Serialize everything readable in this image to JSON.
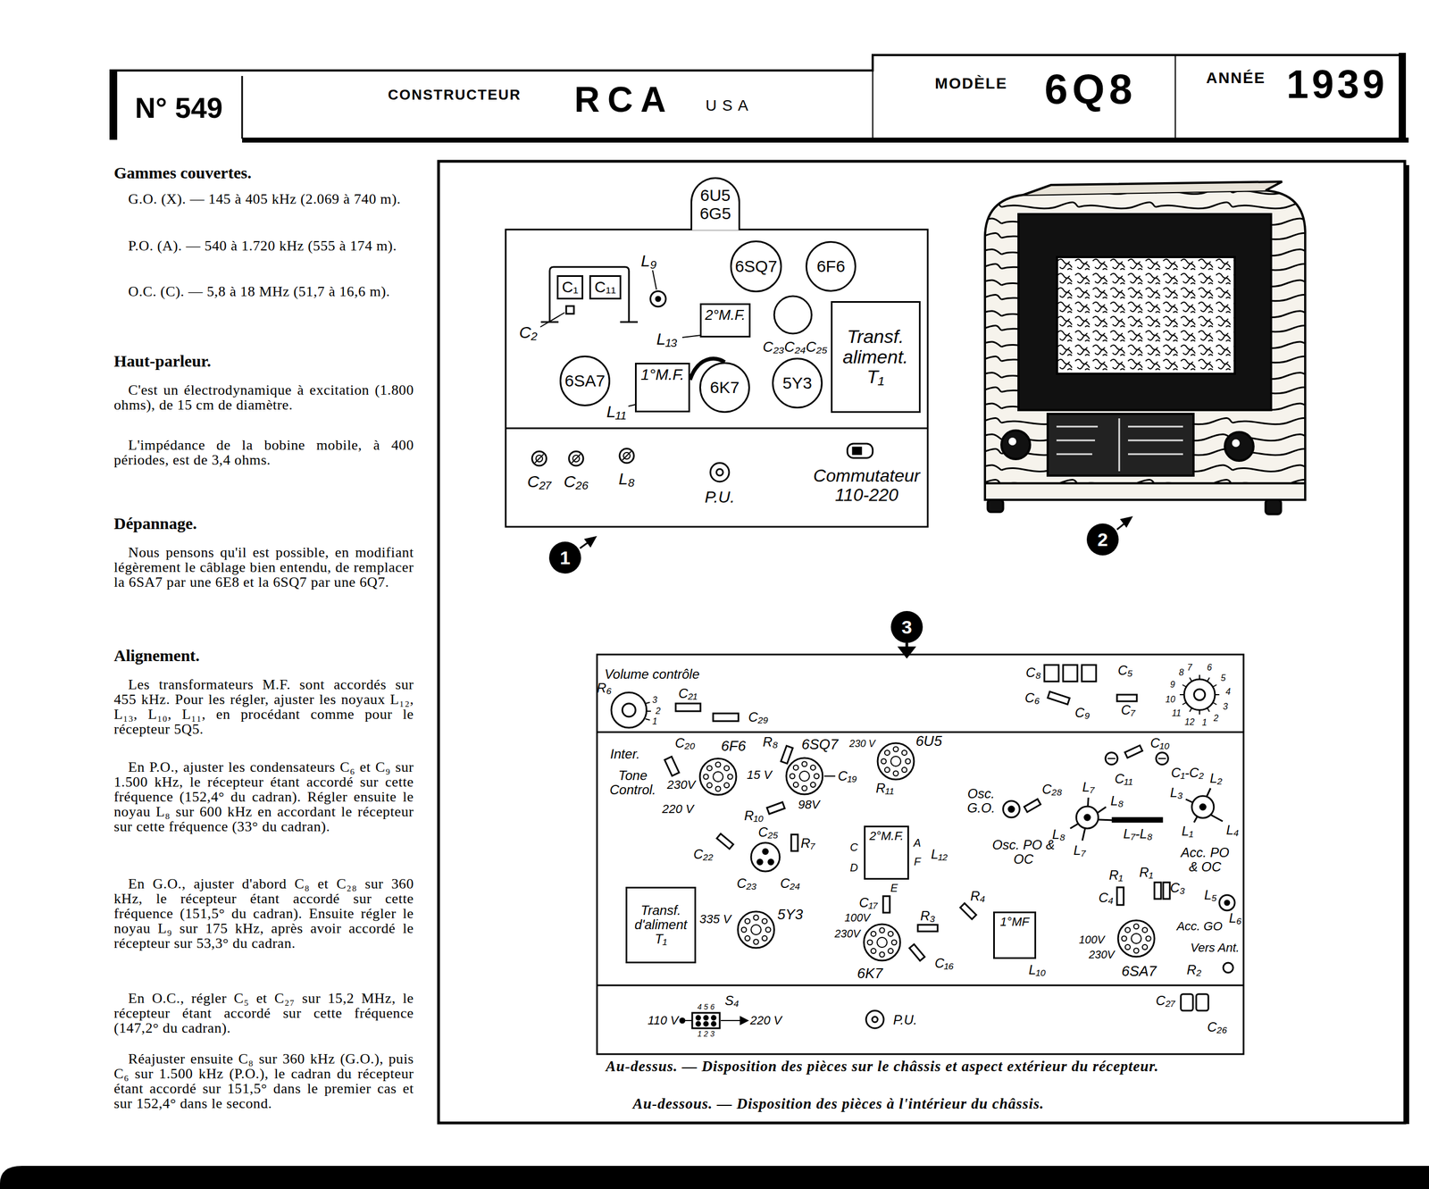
{
  "diagram": {
    "caption": "Au-dessus. — Disposition des pièces sur le châssis et aspect extérieur du récepteur.",
    "nodes": [
      {
        "text": [
          "6U5 6G5"
        ]
      },
      {
        "text": [
          "C₁"
        ]
      },
      {
        "text": [
          "C₁₁"
        ]
      },
      {
        "text": [
          "6SQ7"
        ]
      },
      {
        "text": [
          "6F6"
        ]
      },
      {
        "text": [
          "2°M.F."
        ]
      },
      {
        "text": [
          "Transf. aliment. T₁"
        ]
      },
      {
        "text": [
          "6SA7"
        ]
      },
      {
        "text": [
          "1°M.F."
        ]
      },
      {
        "text": [
          "6K7"
        ]
      },
      {
        "text": [
          "5Y3"
        ]
      },
      {
        "text": [
          "2°M.F."
        ]
      },
      {
        "text": [
          "Transf. d'aliment T₁"
        ]
      },
      {
        "text": [
          "1°MF"
        ]
      }
    ],
    "labels": [
      "N° 549",
      "CONSTRUCTEUR",
      "RCA",
      "USA",
      "MODÈLE",
      "6Q8",
      "ANNÉE",
      "1939",
      "Gammes couvertes.",
      "G.O. (X). — 145 à 405 kHz (2.069 à 740 m).",
      "P.O. (A). — 540 à 1.720 kHz (555 à 174 m).",
      "O.C. (C). — 5,8 à 18 MHz (51,7 à 16,6 m).",
      "Haut-parleur.",
      "C'est un électrodynamique à excitation (1.800 ohms), de 15 cm de diamètre.",
      "L'impédance de la bobine mobile, à 400 périodes, est de 3,4 ohms.",
      "Dépannage.",
      "Nous pensons qu'il est possible, en modifiant légèrement le câblage bien entendu, de remplacer la 6SA7 par une 6E8 et la 6SQ7 par une 6Q7.",
      "Alignement.",
      "Les transformateurs M.F. sont accordés sur 455 kHz. Pour les régler, ajuster les noyaux L₁₂, L₁₃, L₁₀, L₁₁, en procédant comme pour le récepteur 5Q5.",
      "En P.O., ajuster les condensateurs C₆ et C₉ sur 1.500 kHz, le récepteur étant accordé sur cette fréquence (152,4° du cadran). Régler ensuite le noyau L₈ sur 600 kHz en accordant le récepteur sur cette fréquence (33° du cadran).",
      "En G.O., ajuster d'abord C₈ et C₂₈ sur 360 kHz, le récepteur étant accordé sur cette fréquence (151,5° du cadran). Ensuite régler le noyau L₉ sur 175 kHz, après avoir accordé le récepteur sur 53,3° du cadran.",
      "En O.C., régler C₅ et C₂₇ sur 15,2 MHz, le récepteur étant accordé sur cette fréquence (147,2° du cadran).",
      "Réajuster ensuite C₈ sur 360 kHz (G.O.), puis C₆ sur 1.500 kHz (P.O.), le cadran du récepteur étant accordé sur 151,5° dans le premier cas et sur 152,4° dans le second.",
      "L₉",
      "C₂",
      "L₁₃",
      "C₂₃C₂₄C₂₅",
      "L₁₁",
      "C₂₇",
      "C₂₆",
      "L₈",
      "P.U.",
      "Commutateur 110-220",
      "1",
      "2",
      "3",
      "Volume contrôle",
      "R₆",
      "3",
      "2",
      "1",
      "C₂₁",
      "C₂₉",
      "C₈",
      "C₅",
      "C₆",
      "C₉",
      "C₇",
      "1",
      "2",
      "3",
      "4",
      "5",
      "6",
      "7",
      "8",
      "9",
      "10",
      "11",
      "12",
      "Inter.",
      "Tone Control.",
      "C₂₀",
      "6F6",
      "15 V",
      "230V",
      "220 V",
      "R₁₀",
      "R₈",
      "6SQ7",
      "C₁₉",
      "98V",
      "230 V",
      "R₁₁",
      "6U5",
      "C₂₂",
      "C₂₅",
      "R₇",
      "C₂₃",
      "C₂₄",
      "C",
      "D",
      "A",
      "F",
      "E",
      "L₁₂",
      "335 V",
      "5Y3",
      "C₁₇",
      "100V",
      "230V",
      "6K7",
      "R₃",
      "C₁₆",
      "R₄",
      "L₁₀",
      "Osc. G.O.",
      "C₂₈",
      "L₇",
      "L₈",
      "L₈",
      "L₇",
      "L₇-L₈",
      "Osc. PO & OC",
      "C₁₀",
      "C₁₁",
      "C₁-C₂",
      "L₂",
      "L₃",
      "L₁",
      "L₄",
      "Acc. PO & OC",
      "R₁",
      "R₁",
      "C₃",
      "C₄",
      "L₅",
      "L₆",
      "Acc. GO",
      "100V",
      "230V",
      "6SA7",
      "Vers Ant.",
      "R₂",
      "S₄",
      "4 5 6",
      "1 2 3",
      "110 V",
      "220 V",
      "P.U.",
      "C₂₇",
      "C₂₆",
      "Au-dessous. — Disposition des pièces à l'intérieur du châssis."
    ]
  }
}
